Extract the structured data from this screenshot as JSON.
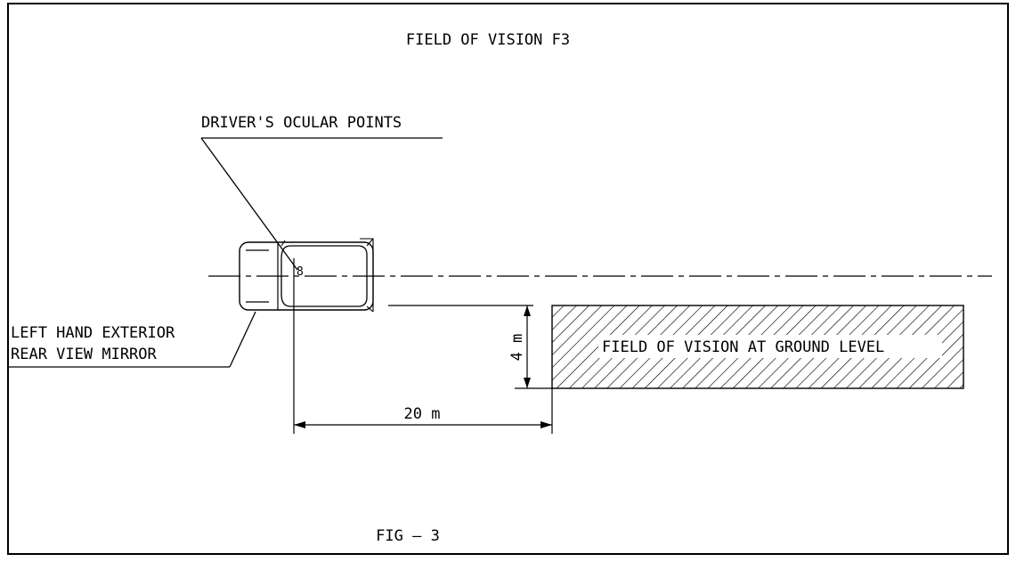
{
  "title": "FIELD OF VISION F3",
  "labels": {
    "ocular_points": "DRIVER'S OCULAR POINTS",
    "mirror_line1": "LEFT HAND EXTERIOR",
    "mirror_line2": "REAR VIEW MIRROR",
    "field_label": "FIELD OF VISION    AT GROUND LEVEL",
    "eye_marker": "8"
  },
  "dimensions": {
    "width_label": "4 m",
    "distance_label": "20 m"
  },
  "caption": "FIG — 3",
  "colors": {
    "line": "#000000",
    "background": "#ffffff"
  }
}
